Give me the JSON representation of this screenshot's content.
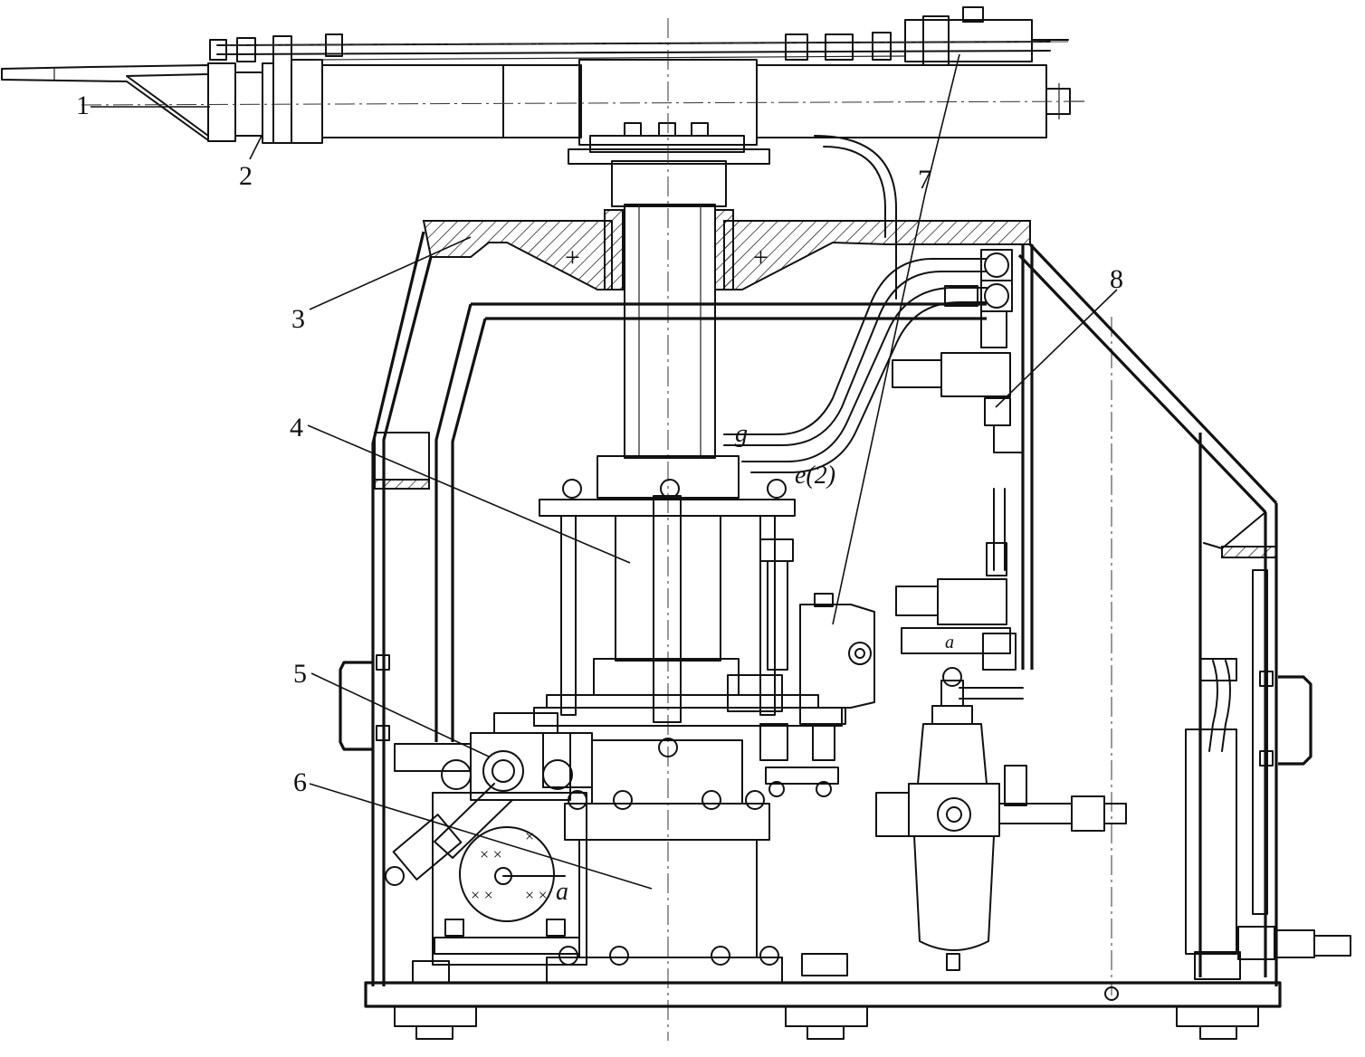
{
  "labels": {
    "1": "1",
    "2": "2",
    "3": "3",
    "4": "4",
    "5": "5",
    "6": "6",
    "7": "7",
    "8": "8"
  },
  "annotations": {
    "g": "g",
    "e2": "e(2)",
    "a_gear": "a",
    "a_valve": "a"
  }
}
